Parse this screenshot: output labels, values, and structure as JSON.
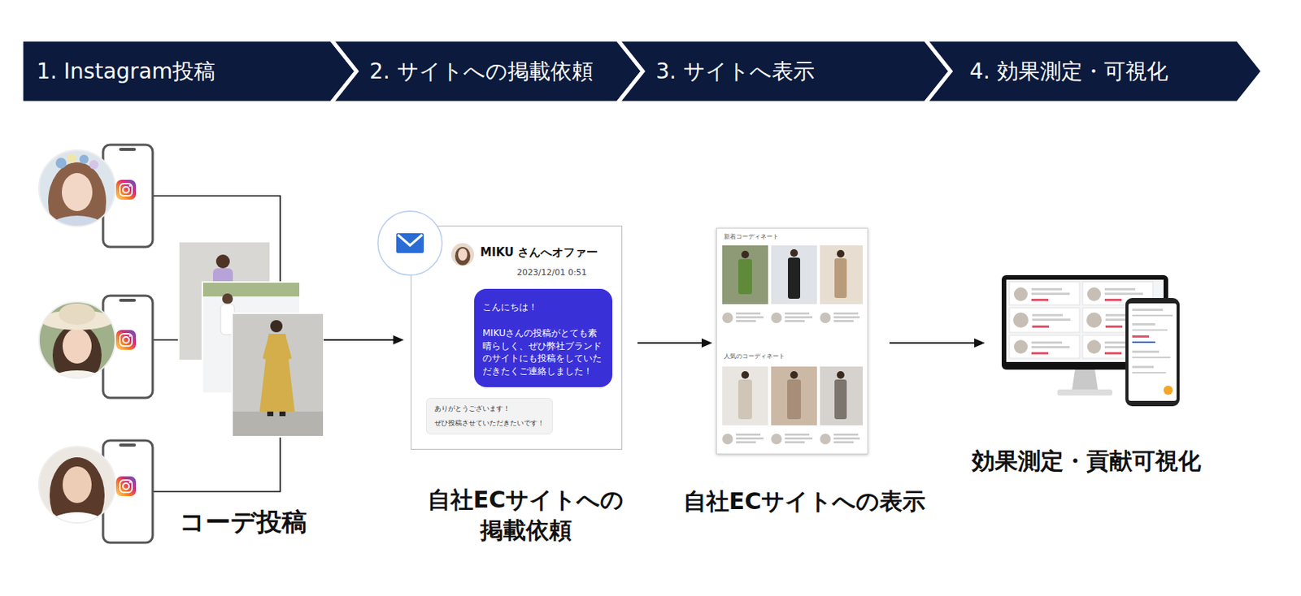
{
  "diagram": {
    "nodes": [
      {
        "text": [
          "1. Instagram投稿"
        ]
      },
      {
        "text": [
          "2. サイトへの掲載依頼"
        ]
      },
      {
        "text": [
          "3. サイトへ表示"
        ]
      },
      {
        "text": [
          "4. 効果測定・可視化"
        ]
      },
      {
        "text": [
          "コーデ投稿"
        ]
      },
      {
        "text": [
          "MIKU さんへオファー",
          "2023/12/01 0:51",
          "自社ECサイトへの 掲載依頼"
        ]
      },
      {
        "text": [
          "こんにちは！",
          "MIKUさんの投稿がとても素晴らしく、ぜひ弊社ブランドのサイトにも投稿をしていただきたくご連絡しました！"
        ],
        "in": 5
      },
      {
        "text": [
          "ありがとうございます！",
          "ぜひ投稿させていただきたいです！"
        ],
        "in": 5
      },
      {
        "text": [
          "新着コーディネート",
          "人気のコーディネート",
          "自社ECサイトへの表示"
        ]
      },
      {
        "text": [
          "効果測定・貢献可視化"
        ]
      }
    ],
    "edges": [
      {
        "from": 4,
        "to": 5,
        "arrow": "to"
      },
      {
        "from": 5,
        "to": 8,
        "arrow": "to"
      },
      {
        "from": 8,
        "to": 9,
        "arrow": "to"
      }
    ]
  }
}
